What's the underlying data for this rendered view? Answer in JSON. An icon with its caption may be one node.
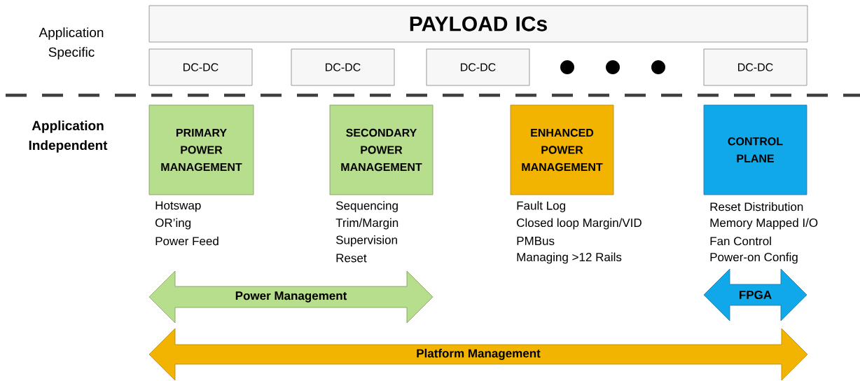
{
  "diagram": {
    "nodes": [
      {
        "text": [
          "PAYLOAD ICs"
        ]
      },
      {
        "text": [
          "DC-DC"
        ]
      },
      {
        "text": [
          "DC-DC"
        ]
      },
      {
        "text": [
          "DC-DC"
        ]
      },
      {
        "text": [],
        "shape": "circle"
      },
      {
        "text": [],
        "shape": "circle"
      },
      {
        "text": [],
        "shape": "circle"
      },
      {
        "text": [
          "DC-DC"
        ]
      },
      {
        "text": [
          "PRIMARY POWER MANAGEMENT"
        ],
        "beside": [
          "Hotswap",
          "OR’ing",
          "Power Feed"
        ]
      },
      {
        "text": [
          "SECONDARY POWER MANAGEMENT"
        ],
        "beside": [
          "Sequencing",
          "Trim/Margin",
          "Supervision",
          "Reset"
        ]
      },
      {
        "text": [
          "ENHANCED POWER MANAGEMENT"
        ],
        "beside": [
          "Fault Log",
          "Closed loop Margin/VID",
          "PMBus",
          "Managing >12 Rails"
        ]
      },
      {
        "text": [
          "CONTROL PLANE"
        ],
        "beside": [
          "Reset Distribution",
          "Memory Mapped I/O",
          "Fan Control",
          "Power-on Config"
        ]
      },
      {
        "text": [
          "Power Management"
        ]
      },
      {
        "text": [
          "FPGA"
        ]
      },
      {
        "text": [
          "Platform Management"
        ]
      }
    ],
    "labels": [
      "Application Specific",
      "Application Independent"
    ]
  }
}
